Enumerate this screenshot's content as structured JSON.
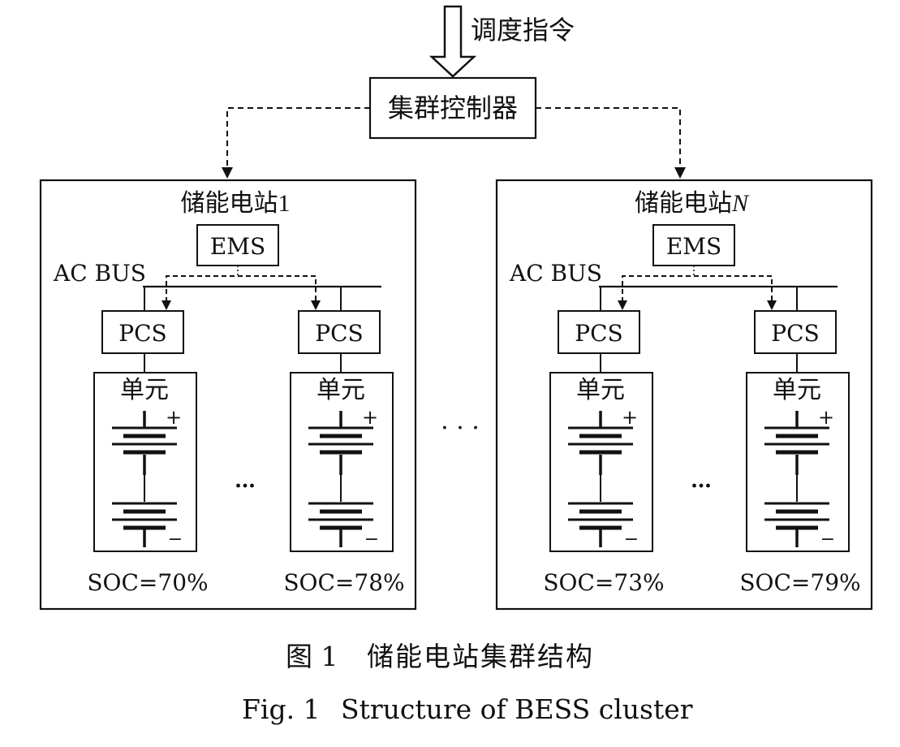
{
  "command_label": "调度指令",
  "controller_label": "集群控制器",
  "stations": [
    {
      "title_prefix": "储能电站",
      "title_suffix": "1",
      "ems_label": "EMS",
      "bus_label": "AC BUS",
      "units": [
        {
          "pcs_label": "PCS",
          "unit_label": "单元",
          "plus": "+",
          "minus": "−",
          "soc": "SOC=70%"
        },
        {
          "pcs_label": "PCS",
          "unit_label": "单元",
          "plus": "+",
          "minus": "−",
          "soc": "SOC=78%"
        }
      ],
      "units_ellipsis": "…"
    },
    {
      "title_prefix": "储能电站",
      "title_suffix": "N",
      "ems_label": "EMS",
      "bus_label": "AC BUS",
      "units": [
        {
          "pcs_label": "PCS",
          "unit_label": "单元",
          "plus": "+",
          "minus": "−",
          "soc": "SOC=73%"
        },
        {
          "pcs_label": "PCS",
          "unit_label": "单元",
          "plus": "+",
          "minus": "−",
          "soc": "SOC=79%"
        }
      ],
      "units_ellipsis": "…"
    }
  ],
  "stations_ellipsis": "· · ·",
  "caption_cn": {
    "figure": "图 1",
    "title": "储能电站集群结构"
  },
  "caption_en": {
    "figure": "Fig. 1",
    "title": "Structure of BESS cluster"
  }
}
